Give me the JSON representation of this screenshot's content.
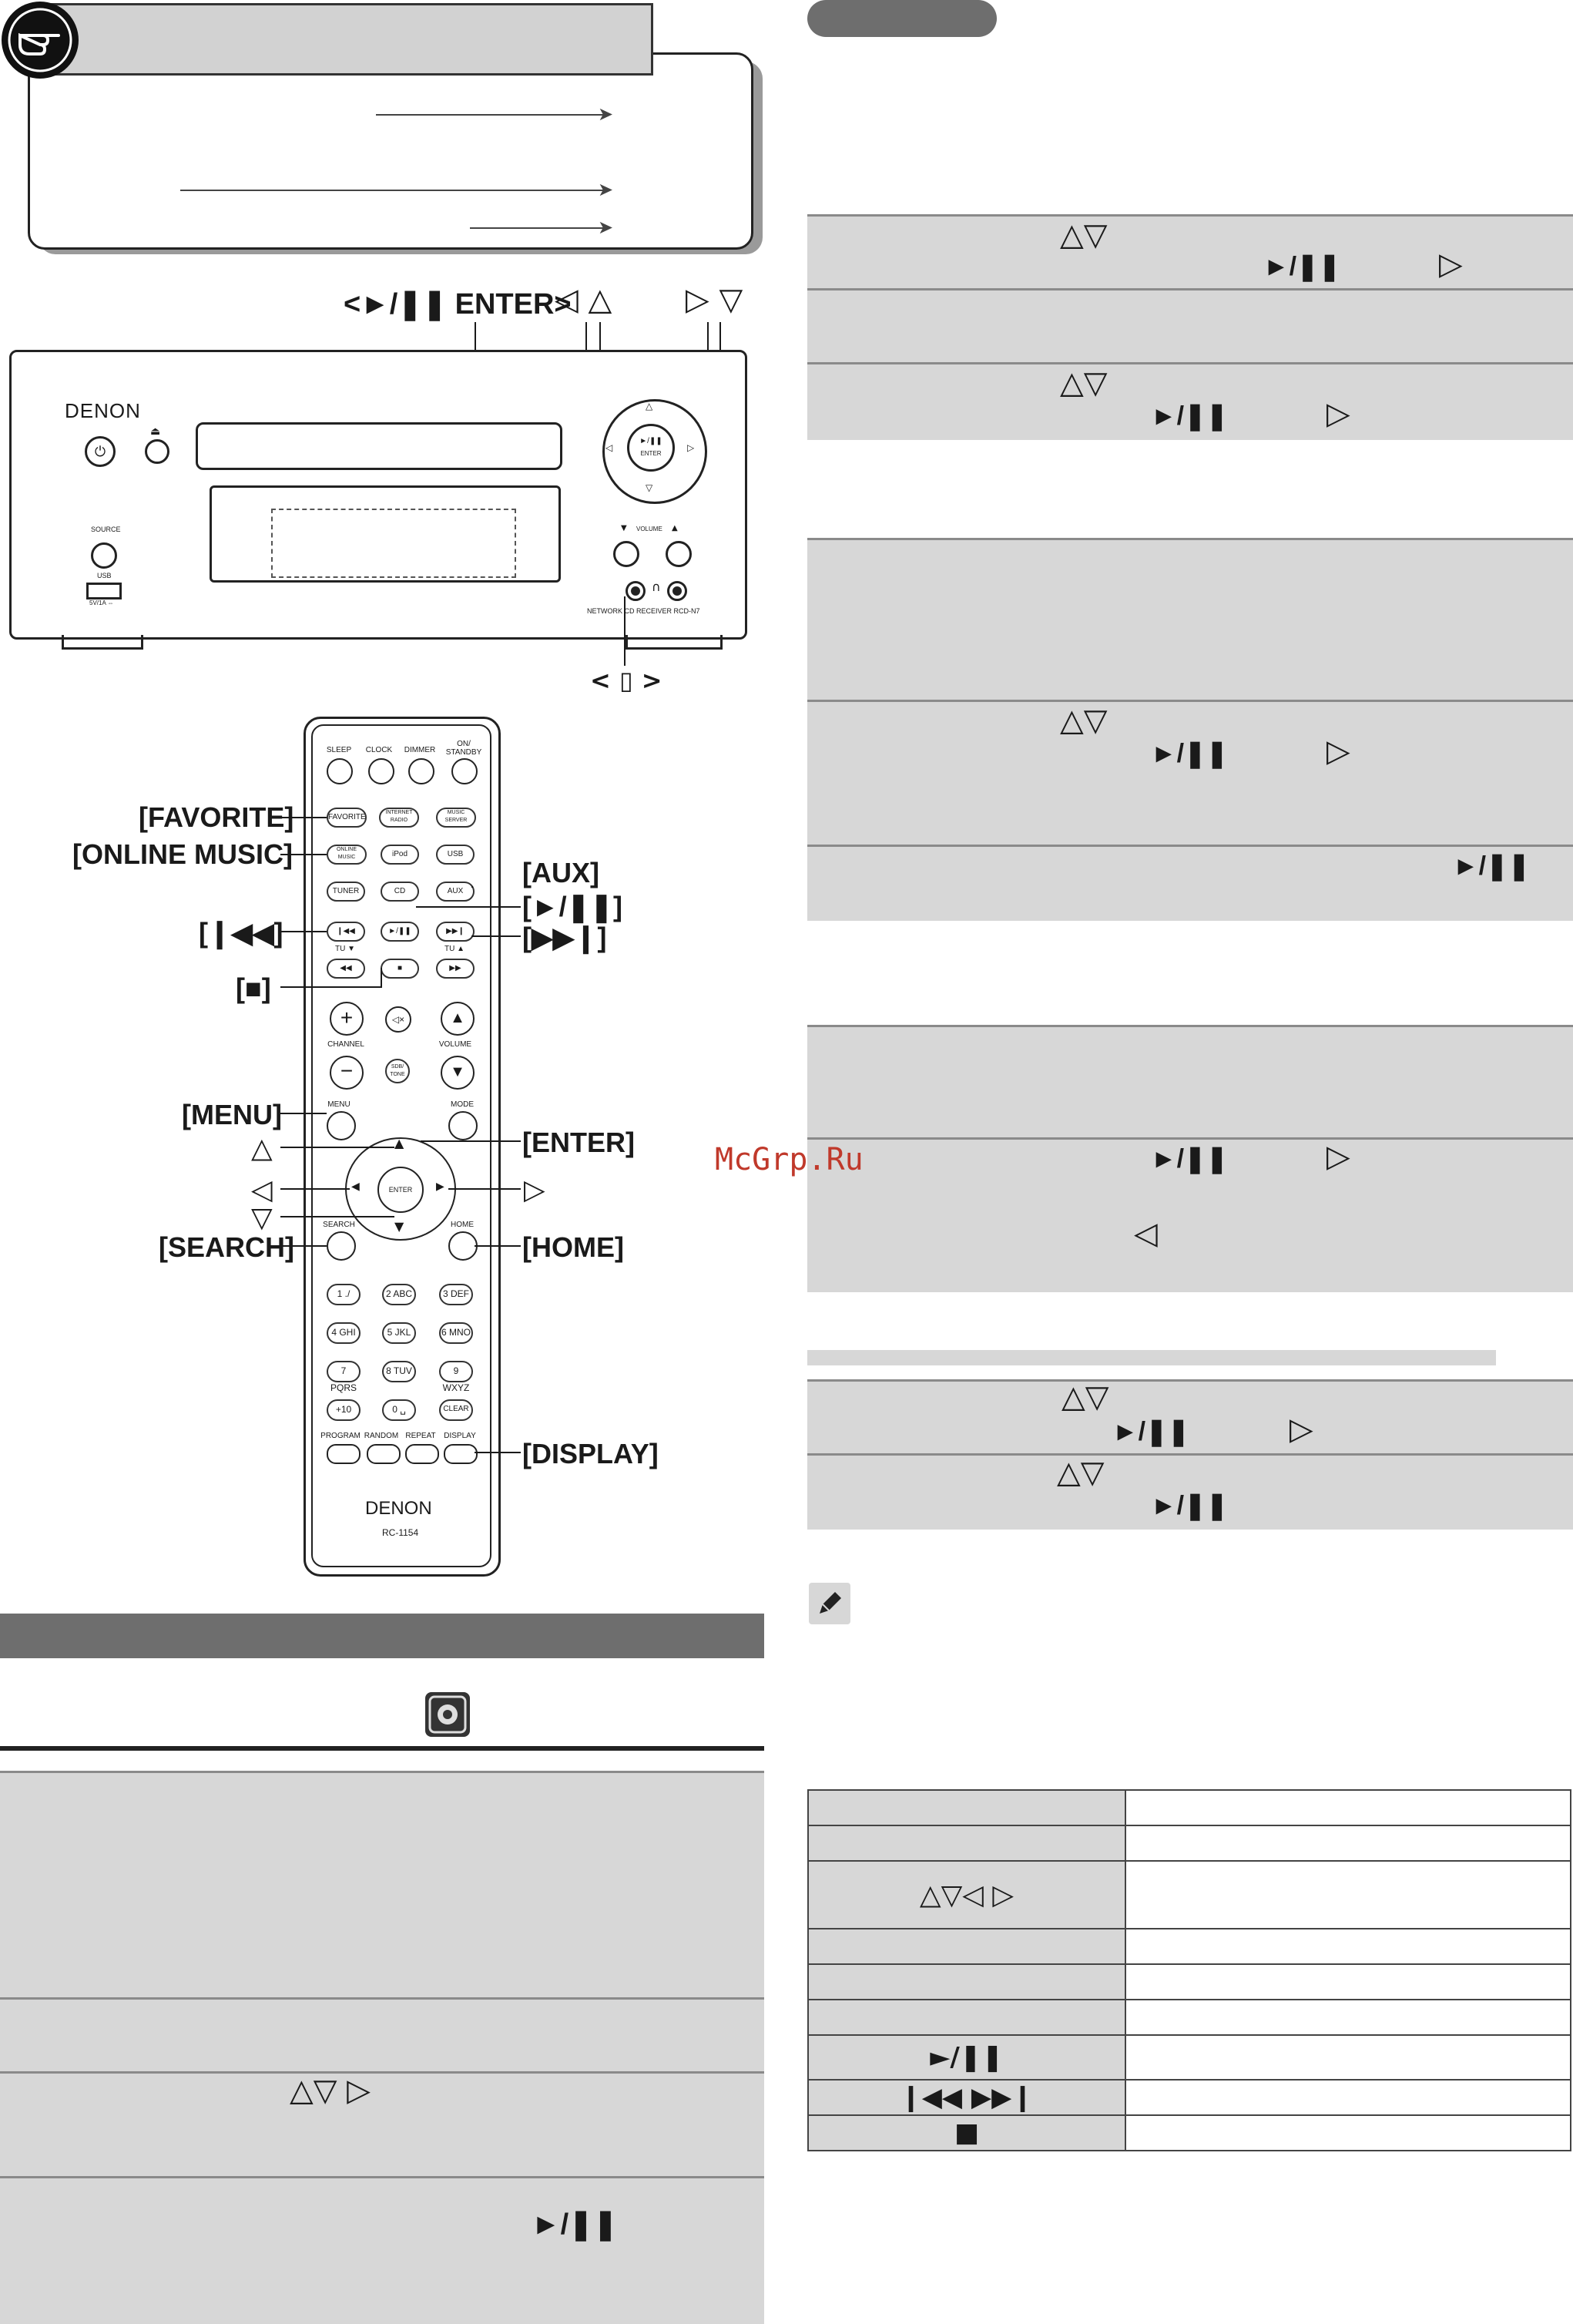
{
  "watermark": "McGrp.Ru",
  "front_panel": {
    "brand": "DENON",
    "callout_enter": "<►/❚❚ ENTER>",
    "callout_left_up": "◁ △",
    "callout_right_down": "▷ ▽",
    "callout_usb": "< ▯ >",
    "source_label": "SOURCE",
    "usb_label": "USB",
    "usb_sub": "5V/1A  ⇔",
    "volume_label": "VOLUME",
    "model": "NETWORK CD RECEIVER  RCD-N7",
    "enter_sub": "ENTER"
  },
  "remote": {
    "brand": "DENON",
    "model": "RC-1154",
    "buttons": {
      "sleep": "SLEEP",
      "clock": "CLOCK",
      "dimmer": "DIMMER",
      "on_standby": "ON/ STANDBY",
      "favorite": "FAVORITE",
      "internet_radio": "INTERNET RADIO",
      "music_server": "MUSIC SERVER",
      "online_music": "ONLINE MUSIC",
      "ipod": "iPod",
      "usb": "USB",
      "tuner": "TUNER",
      "cd": "CD",
      "aux": "AUX",
      "tu_down": "TU ▼",
      "tu_up": "TU ▲",
      "channel": "CHANNEL",
      "volume": "VOLUME",
      "mute": "🔇",
      "sdb": "SDB/ TONE",
      "menu": "MENU",
      "mode": "MODE",
      "enter": "ENTER",
      "search": "SEARCH",
      "home": "HOME",
      "keys": [
        "1 ./",
        "2 ABC",
        "3 DEF",
        "4 GHI",
        "5 JKL",
        "6 MNO",
        "7 PQRS",
        "8 TUV",
        "9 WXYZ",
        "+10",
        "0 ␣",
        "CLEAR"
      ],
      "program": "PROGRAM",
      "random": "RANDOM",
      "repeat": "REPEAT",
      "display": "DISPLAY"
    },
    "callouts": {
      "favorite": "[FAVORITE]",
      "online_music": "[ONLINE MUSIC]",
      "aux": "[AUX]",
      "play_pause": "[►/❚❚]",
      "prev": "[❙◀◀]",
      "next": "[▶▶❙]",
      "stop": "[■]",
      "menu": "[MENU]",
      "up": "△",
      "enter": "[ENTER]",
      "left": "◁",
      "right": "▷",
      "down": "▽",
      "search": "[SEARCH]",
      "home": "[HOME]",
      "display": "[DISPLAY]"
    }
  },
  "left_steps": {
    "step3_symbols": "△▽ ▷",
    "step4_symbol": "►/❚❚"
  },
  "right_steps": {
    "s1_a": "△▽",
    "s1_b": "►/❚❚",
    "s1_c": "▷",
    "s3_a": "△▽",
    "s3_b": "►/❚❚",
    "s3_c": "▷",
    "s5_a": "△▽",
    "s5_b": "►/❚❚",
    "s5_c": "▷",
    "s6_b": "►/❚❚",
    "s8_b": "►/❚❚",
    "s8_c": "▷",
    "s8_d": "◁",
    "s9_a": "△▽",
    "s9_b": "►/❚❚",
    "s9_c": "▷",
    "s10_a": "△▽",
    "s10_b": "►/❚❚"
  },
  "table": {
    "rows": [
      "",
      "",
      "△▽◁ ▷",
      "",
      "",
      "",
      "►/❚❚",
      "❙◀◀  ▶▶❙",
      "■"
    ]
  }
}
